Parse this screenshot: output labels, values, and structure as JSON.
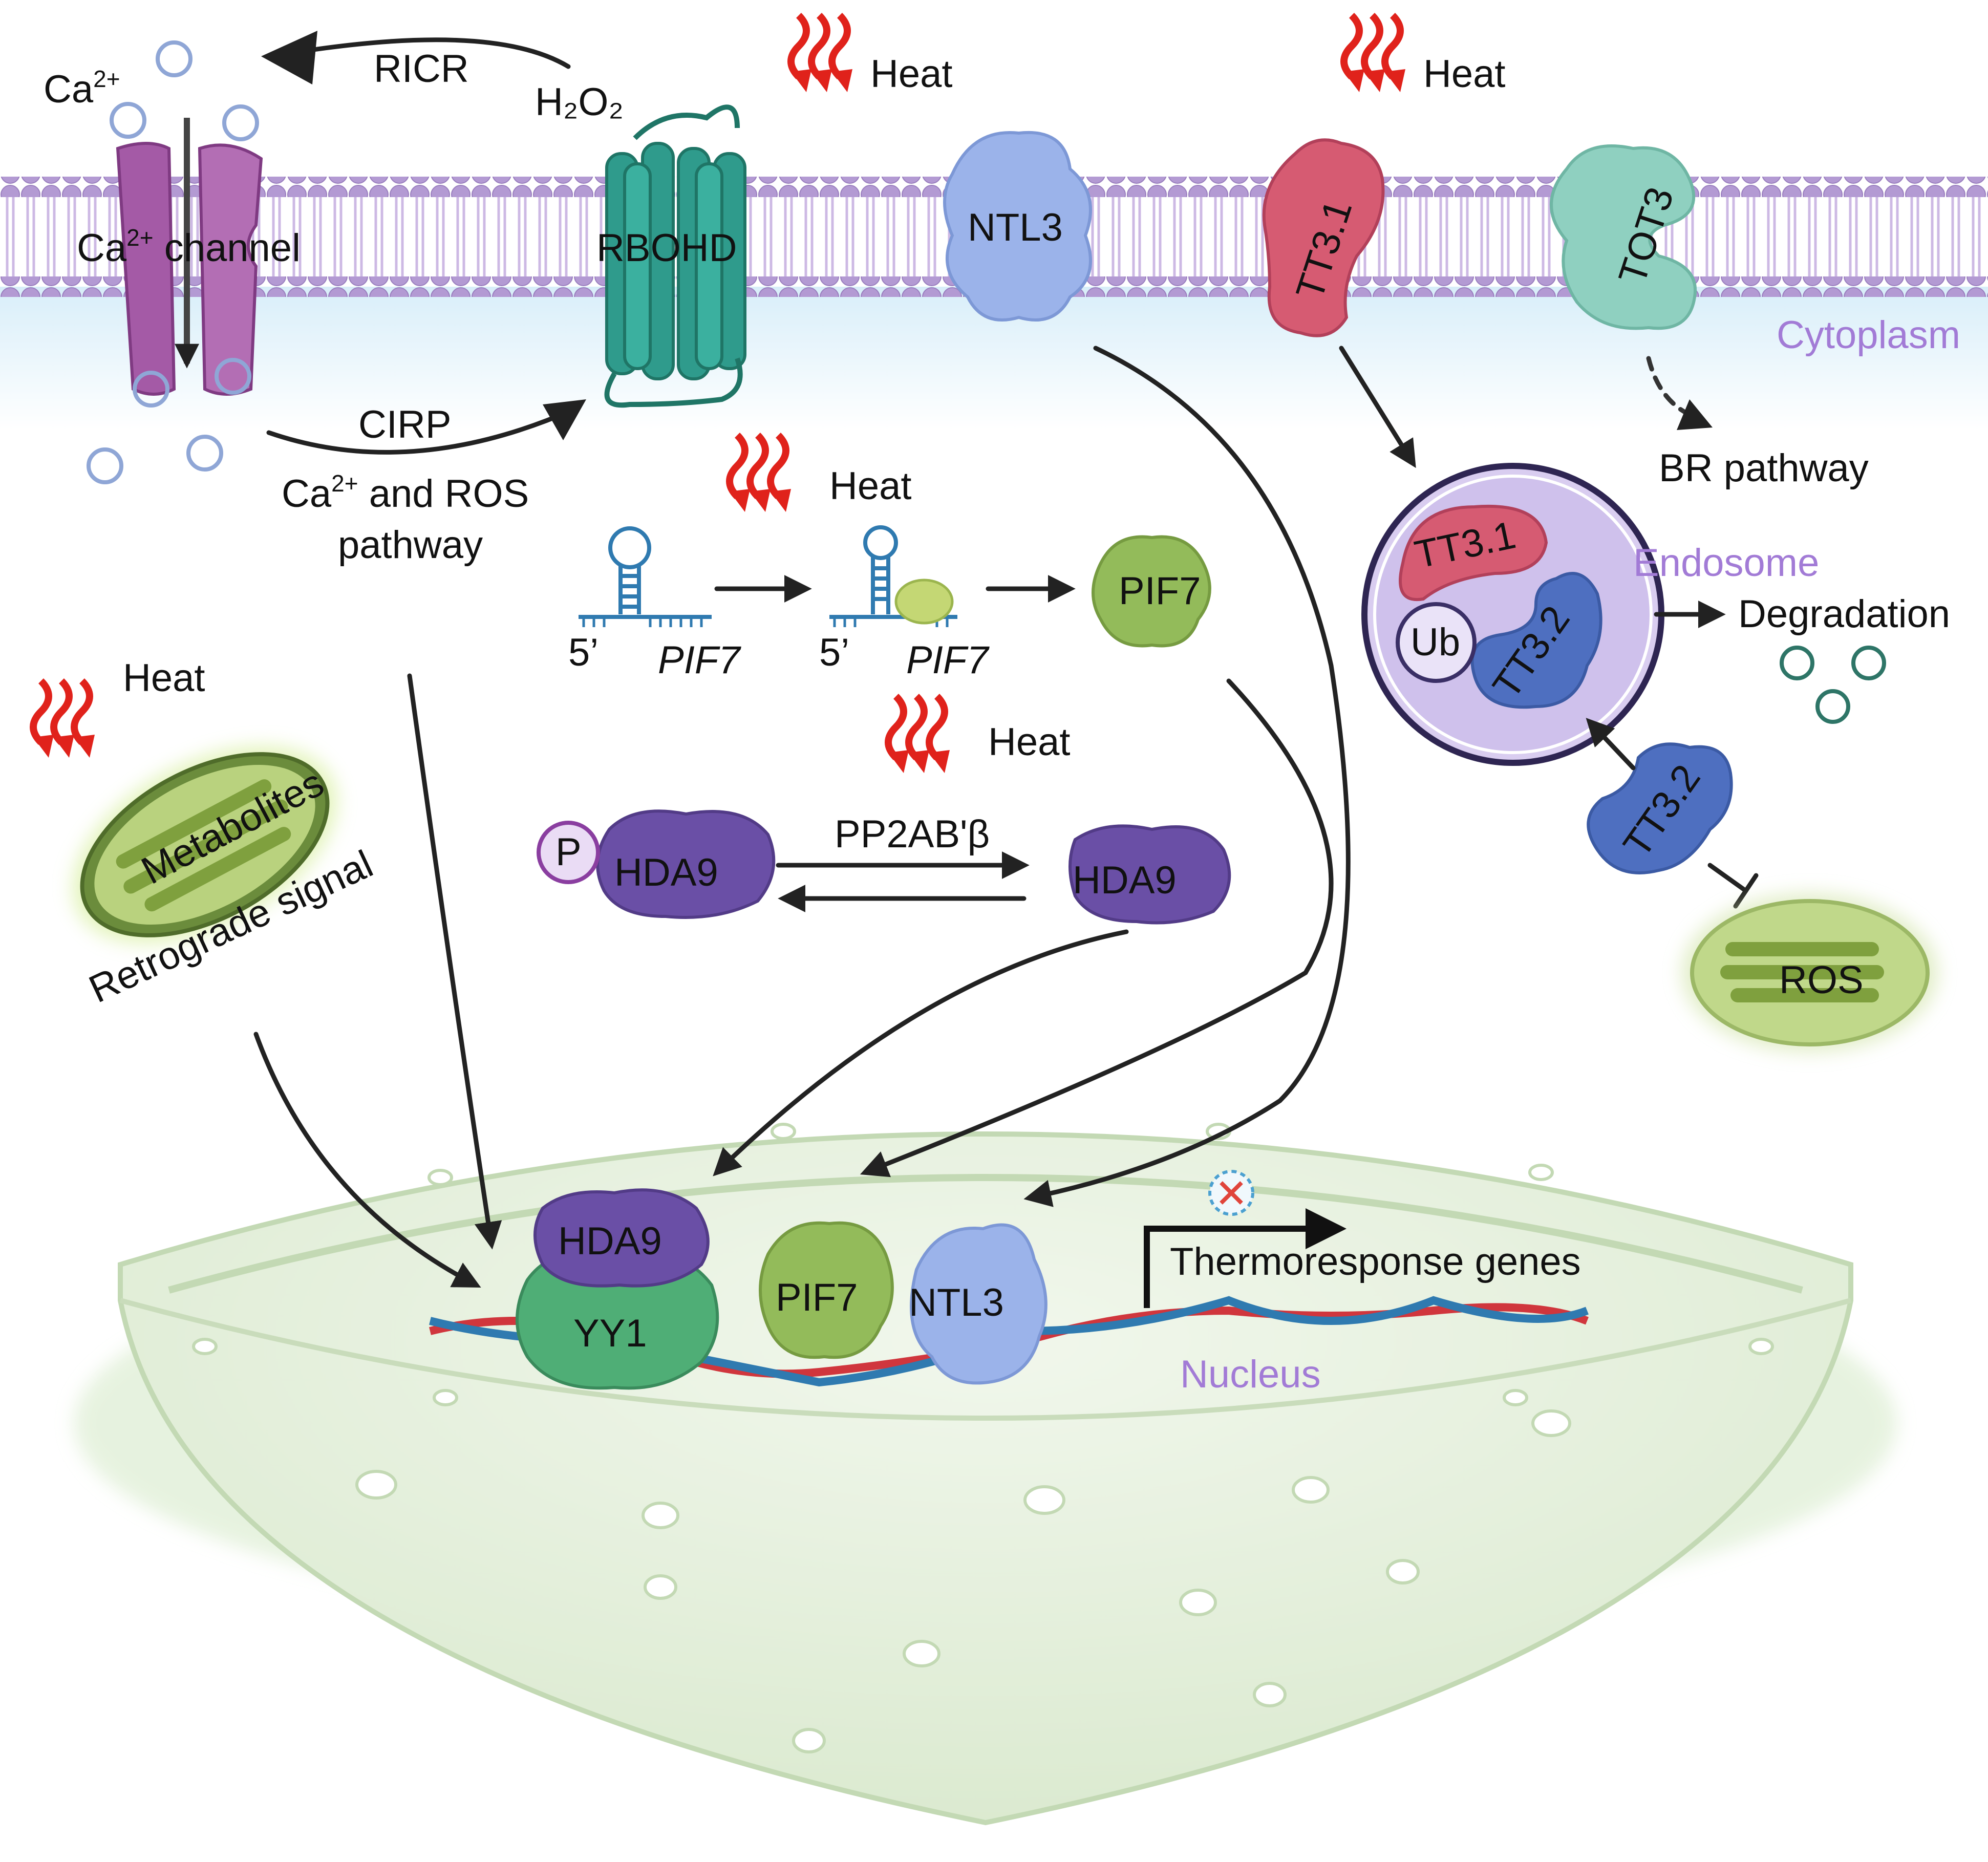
{
  "labels": {
    "ca": "Ca",
    "ca_sup": "2+",
    "ricr": "RICR",
    "h2o2": "H₂O₂",
    "heat": "Heat",
    "ca_channel_a": "Ca",
    "ca_channel_sup": "2+",
    "ca_channel_b": " channel",
    "rbohd": "RBOHD",
    "ntl3": "NTL3",
    "tt31": "TT3.1",
    "tot3": "TOT3",
    "cytoplasm": "Cytoplasm",
    "cirp": "CIRP",
    "ca_ros_a": "Ca",
    "ca_ros_sup": "2+",
    "ca_ros_b": " and ROS",
    "pathway": "pathway",
    "br_pathway": "BR pathway",
    "endosome": "Endosome",
    "ub": "Ub",
    "tt32": "TT3.2",
    "degradation": "Degradation",
    "five_prime": "5’",
    "pif7_gene": "PIF7",
    "pif7": "PIF7",
    "p": "P",
    "hda9": "HDA9",
    "pp2ab": "PP2AB'β",
    "metabolites": "Metabolites",
    "retrograde": "Retrograde signal",
    "ros": "ROS",
    "yy1": "YY1",
    "thermoresponse": "Thermoresponse genes",
    "nucleus": "Nucleus"
  },
  "colors": {
    "membrane_bead": "#b39ad3",
    "membrane_tail": "#d9c8ea",
    "cytoplasm_tint": "#dff1fa",
    "ca_channel": "#a45aa6",
    "rbohd": "#2f9b8c",
    "ntl3": "#9bb3ea",
    "tt31": "#d65b72",
    "tot3": "#8fd0c0",
    "tt32": "#4e6fc0",
    "hda9": "#6a4fa6",
    "pif7": "#93bb5a",
    "yy1": "#4fae76",
    "heat": "#e0221b",
    "ion_ca": "#8fa6d6",
    "ion_deg": "#2e7567",
    "dna_red": "#d0363d",
    "dna_blue": "#2f7ab0",
    "nucleus": "#e3efd8",
    "endosome": "#d9cdf0",
    "mito": "#b9d27e",
    "label_purple": "#a27bd6"
  }
}
